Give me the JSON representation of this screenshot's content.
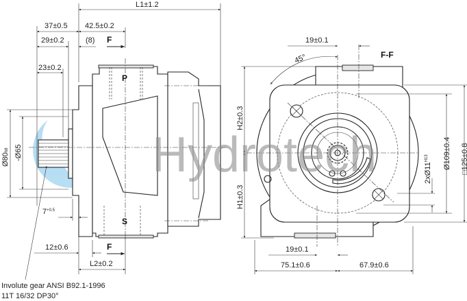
{
  "watermark": {
    "text": "Hydrotech",
    "logo_color": "#3aa0d8"
  },
  "side_view": {
    "dims": {
      "L1": "L1±1.2",
      "d37": "37±0.5",
      "d42_5": "42.5±0.2",
      "d29": "29±0.2",
      "d8": "(8)",
      "d23": "23±0.2",
      "phi80": "Ø80",
      "phi80_tol": "h8",
      "phi65": "-Ø65",
      "d7": "7",
      "d7_tol": "+0.5",
      "d12": "12±0.6",
      "L2": "L2±0.2"
    },
    "section_mark_top": "F",
    "section_mark_bottom": "F",
    "port_pressure": "P",
    "port_suction": "S",
    "shaft_note_line1": "Involute gear ANSI B92.1-1996",
    "shaft_note_line2": "11T 16/32 DP30°"
  },
  "front_view": {
    "section_label": "F-F",
    "angle": "45°",
    "dims": {
      "top19": "19±0.1",
      "bottom19": "19±0.1",
      "H2": "H2±0.3",
      "H1": "H1±0.3",
      "holes": "2xØ11",
      "holes_tol": "H13",
      "phi109": "Ø109±0.4",
      "sq125": "□125±0.8",
      "d75": "75.1±0.6",
      "d67": "67.9±0.6"
    }
  }
}
